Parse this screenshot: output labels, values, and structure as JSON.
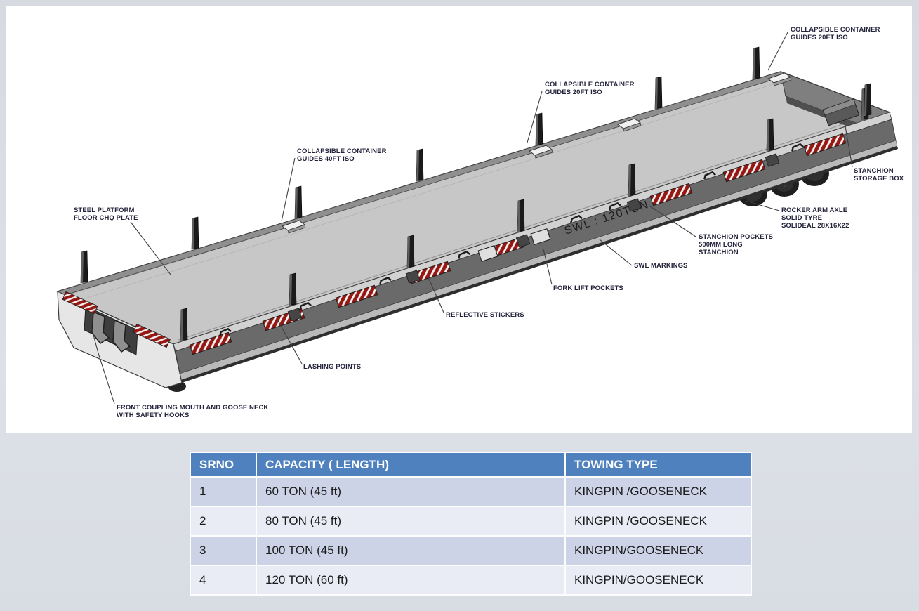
{
  "colors": {
    "page_bg": "#d7dbe1",
    "panel_bg": "#ffffff",
    "label_text": "#23233c",
    "table_header_bg": "#4e81bd",
    "table_row_odd_bg": "#ccd3e6",
    "table_row_even_bg": "#e9ecf5",
    "hazard_red": "#971812"
  },
  "diagram": {
    "swl_side_marking": "SWL : 120TON",
    "labels": {
      "guides_20ft_rear": "COLLAPSIBLE CONTAINER\nGUIDES 20FT ISO",
      "guides_20ft_mid": "COLLAPSIBLE CONTAINER\nGUIDES 20FT ISO",
      "guides_40ft": "COLLAPSIBLE CONTAINER\nGUIDES 40FT ISO",
      "steel_platform": "STEEL PLATFORM\nFLOOR CHQ PLATE",
      "stanchion_storage": "STANCHION\nSTORAGE BOX",
      "rocker_arm": "ROCKER ARM AXLE\nSOLID TYRE\nSOLIDEAL 28X16X22",
      "stanchion_pockets": "STANCHION POCKETS\n500MM LONG\nSTANCHION",
      "swl_markings": "SWL MARKINGS",
      "fork_lift": "FORK LIFT POCKETS",
      "reflective": "REFLECTIVE STICKERS",
      "lashing": "LASHING POINTS",
      "front_coupling": "FRONT COUPLING MOUTH AND GOOSE NECK\nWITH SAFETY HOOKS"
    }
  },
  "table": {
    "headers": [
      "SRNO",
      "CAPACITY  ( LENGTH)",
      "TOWING TYPE"
    ],
    "rows": [
      [
        "1",
        "60 TON (45 ft)",
        "KINGPIN /GOOSENECK"
      ],
      [
        "2",
        "80 TON (45 ft)",
        "KINGPIN /GOOSENECK"
      ],
      [
        "3",
        "100 TON (45 ft)",
        "KINGPIN/GOOSENECK"
      ],
      [
        "4",
        "120 TON (60 ft)",
        "KINGPIN/GOOSENECK"
      ]
    ]
  }
}
